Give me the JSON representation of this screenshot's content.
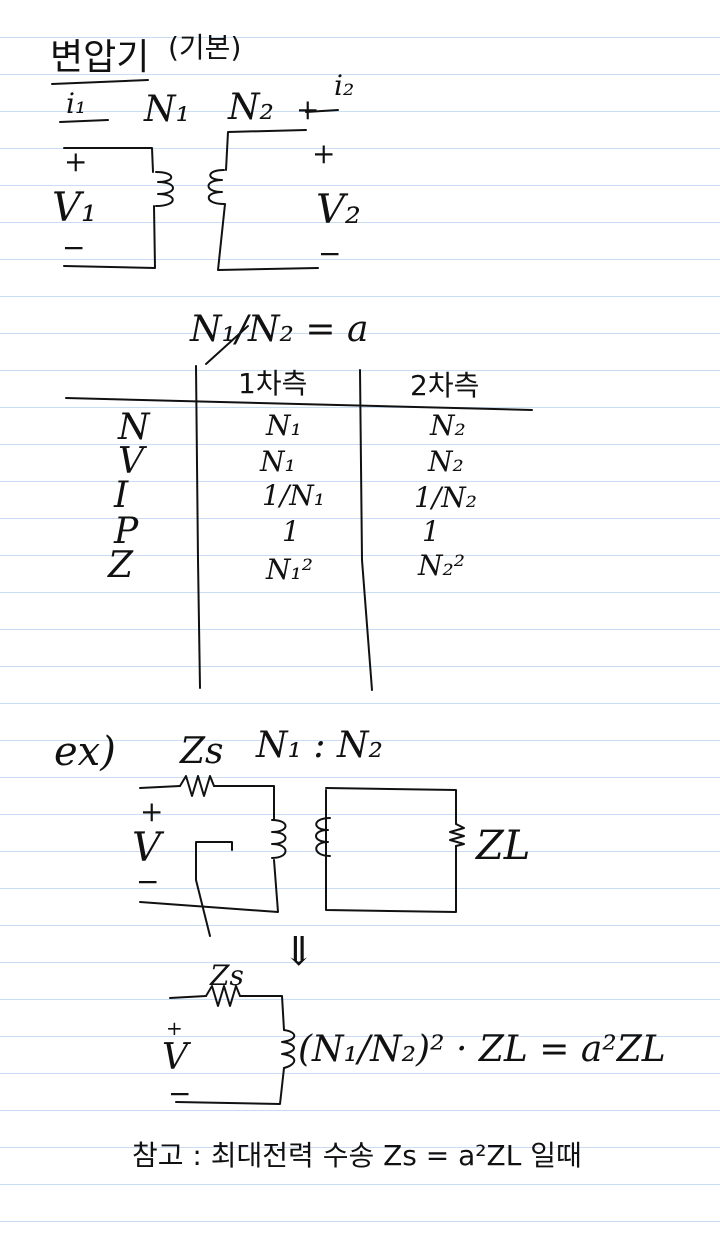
{
  "header": {
    "title": "변압기",
    "subtitle": "(기본)"
  },
  "circuit1": {
    "i1": "i₁",
    "n1": "N₁",
    "n2": "N₂",
    "i2": "i₂",
    "plus_left": "+",
    "plus_right_top": "+",
    "plus_right": "+",
    "v1": "V₁",
    "v2": "V₂",
    "minus_left": "−",
    "minus_right": "−"
  },
  "ratio": {
    "expression": "N₁/N₂ = a"
  },
  "table": {
    "headers": [
      "",
      "1차측",
      "2차측"
    ],
    "rows": [
      [
        "N",
        "N₁",
        "N₂"
      ],
      [
        "V",
        "N₁",
        "N₂"
      ],
      [
        "I",
        "1/N₁",
        "1/N₂"
      ],
      [
        "P",
        "1",
        "1"
      ],
      [
        "Z",
        "N₁²",
        "N₂²"
      ]
    ]
  },
  "example": {
    "label": "ex)",
    "zs": "Zs",
    "ratio": "N₁ : N₂",
    "plus": "+",
    "v": "V",
    "minus": "−",
    "zl": "ZL",
    "arrow": "⇓"
  },
  "equivalent": {
    "zs": "Zs",
    "plus": "+",
    "v": "V",
    "minus": "−",
    "formula": "(N₁/N₂)² · ZL = a²ZL"
  },
  "note": {
    "text": "참고 : 최대전력 수송 Zs = a²ZL 일때"
  }
}
